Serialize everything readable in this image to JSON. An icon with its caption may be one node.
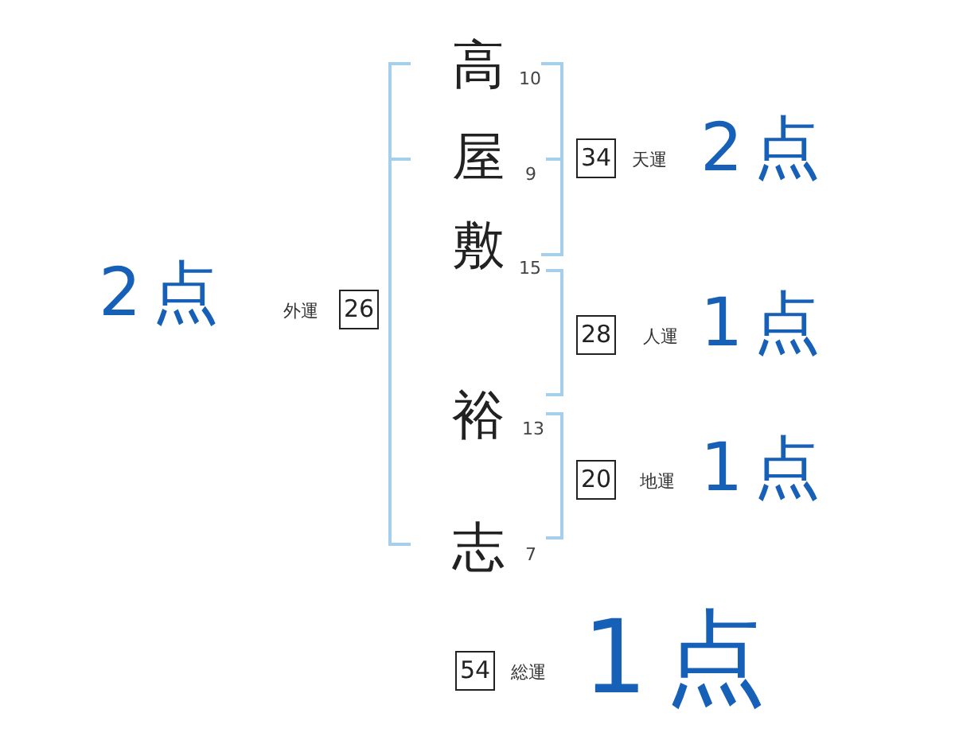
{
  "diagram": {
    "nodes": [
      {
        "text": [
          "高"
        ],
        "beside": [
          "10"
        ]
      },
      {
        "text": [
          "屋"
        ],
        "beside": [
          "9"
        ]
      },
      {
        "text": [
          "敷"
        ],
        "beside": [
          "15"
        ]
      },
      {
        "text": [
          "裕"
        ],
        "beside": [
          "13"
        ]
      },
      {
        "text": [
          "志"
        ],
        "beside": [
          "7"
        ]
      },
      {
        "text": [
          "26"
        ],
        "beside": [
          "外運"
        ]
      },
      {
        "text": [
          "34"
        ],
        "beside": [
          "天運"
        ]
      },
      {
        "text": [
          "28"
        ],
        "beside": [
          "人運"
        ]
      },
      {
        "text": [
          "20"
        ],
        "beside": [
          "地運"
        ]
      },
      {
        "text": [
          "54"
        ],
        "beside": [
          "総運"
        ]
      }
    ],
    "labels": [
      "2点",
      "2点",
      "1点",
      "1点",
      "1点"
    ]
  }
}
